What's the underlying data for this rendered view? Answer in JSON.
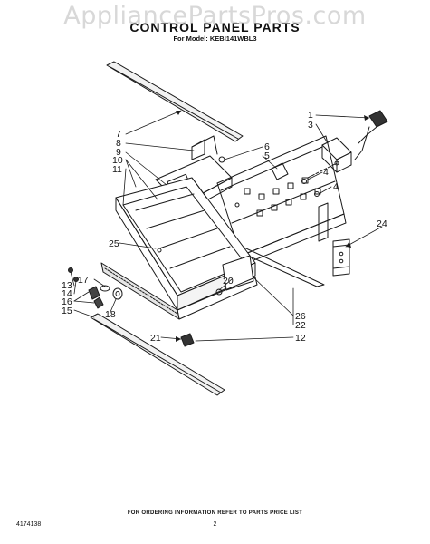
{
  "watermark": "AppliancePartsPros.com",
  "title": "CONTROL PANEL PARTS",
  "subtitle": "For Model: KEBI141WBL3",
  "callouts": {
    "c1": "1",
    "c3": "3",
    "c4a": "4",
    "c4b": "4",
    "c5": "5",
    "c6": "6",
    "c7": "7",
    "c8": "8",
    "c9": "9",
    "c10": "10",
    "c11": "11",
    "c12": "12",
    "c13": "13",
    "c14": "14",
    "c15": "15",
    "c16": "16",
    "c17": "17",
    "c18": "18",
    "c20": "20",
    "c21": "21",
    "c22": "22",
    "c24": "24",
    "c25": "25",
    "c26": "26"
  },
  "footer": {
    "ordering_note": "FOR ORDERING INFORMATION REFER TO PARTS PRICE LIST",
    "doc_number": "4174138",
    "page_number": "2"
  }
}
